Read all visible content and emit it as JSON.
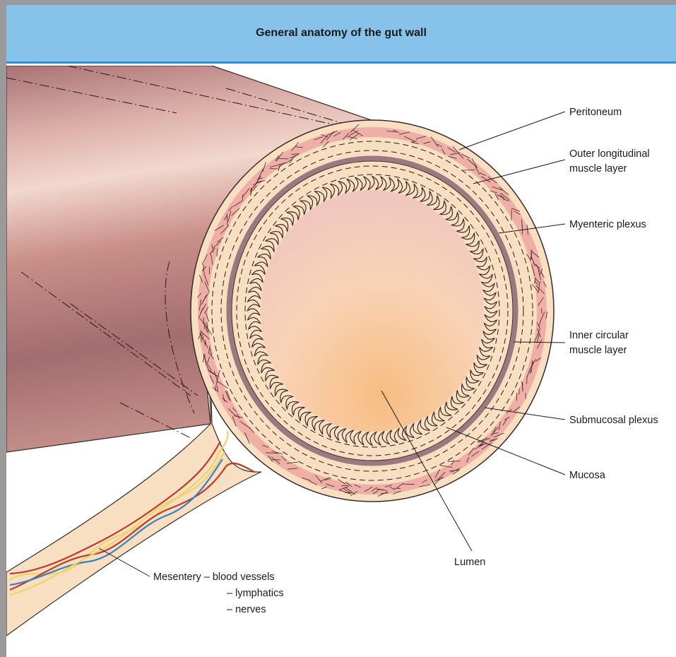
{
  "title": "General anatomy of the gut wall",
  "labels": {
    "peritoneum": "Peritoneum",
    "outer_longitudinal_1": "Outer longitudinal",
    "outer_longitudinal_2": "muscle layer",
    "myenteric_plexus": "Myenteric plexus",
    "inner_circular_1": "Inner circular",
    "inner_circular_2": "muscle layer",
    "submucosal_plexus": "Submucosal plexus",
    "mucosa": "Mucosa",
    "lumen": "Lumen",
    "mesentery_1": "Mesentery – blood vessels",
    "mesentery_2": "– lymphatics",
    "mesentery_3": "– nerves"
  },
  "colors": {
    "title_bar": "#86c2ea",
    "title_rule": "#2f8fd0",
    "gut_outer_dark": "#9c6a6e",
    "gut_outer_light": "#e8cbc2",
    "wall_cream": "#f9dfc2",
    "muscle_pink": "#ec9a9a",
    "lumen_light": "#f6dcd4",
    "lumen_orange": "#f7c087",
    "inner_muscle": "#9d7880",
    "vessel_red": "#c0392b",
    "vessel_blue": "#3a7fc2",
    "lymph_yellow": "#ecd36a"
  }
}
